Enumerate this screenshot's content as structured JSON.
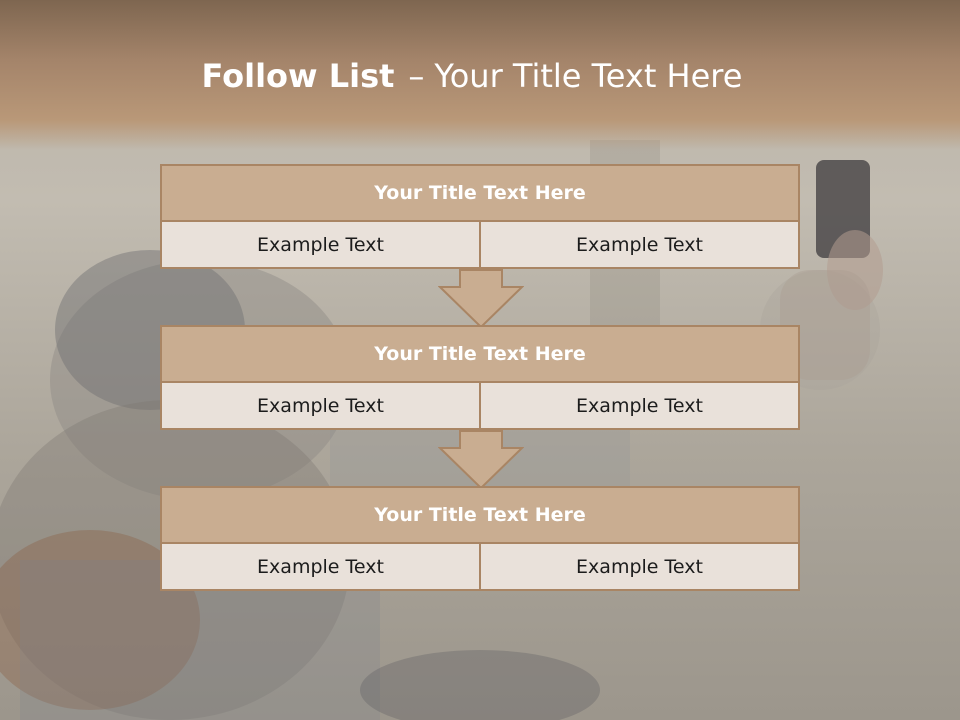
{
  "slide": {
    "title_bold": "Follow List",
    "title_dash": "–",
    "title_rest": "Your Title Text Here"
  },
  "blocks": [
    {
      "title": "Your Title Text Here",
      "left": "Example Text",
      "right": "Example Text"
    },
    {
      "title": "Your Title Text Here",
      "left": "Example Text",
      "right": "Example Text"
    },
    {
      "title": "Your Title Text Here",
      "left": "Example Text",
      "right": "Example Text"
    }
  ],
  "colors": {
    "title_band": "#a4846a",
    "block_header": "#c9ad91",
    "block_border": "#a98564",
    "cell_fill": "#e9e1da",
    "arrow_fill": "#c9ad91"
  }
}
